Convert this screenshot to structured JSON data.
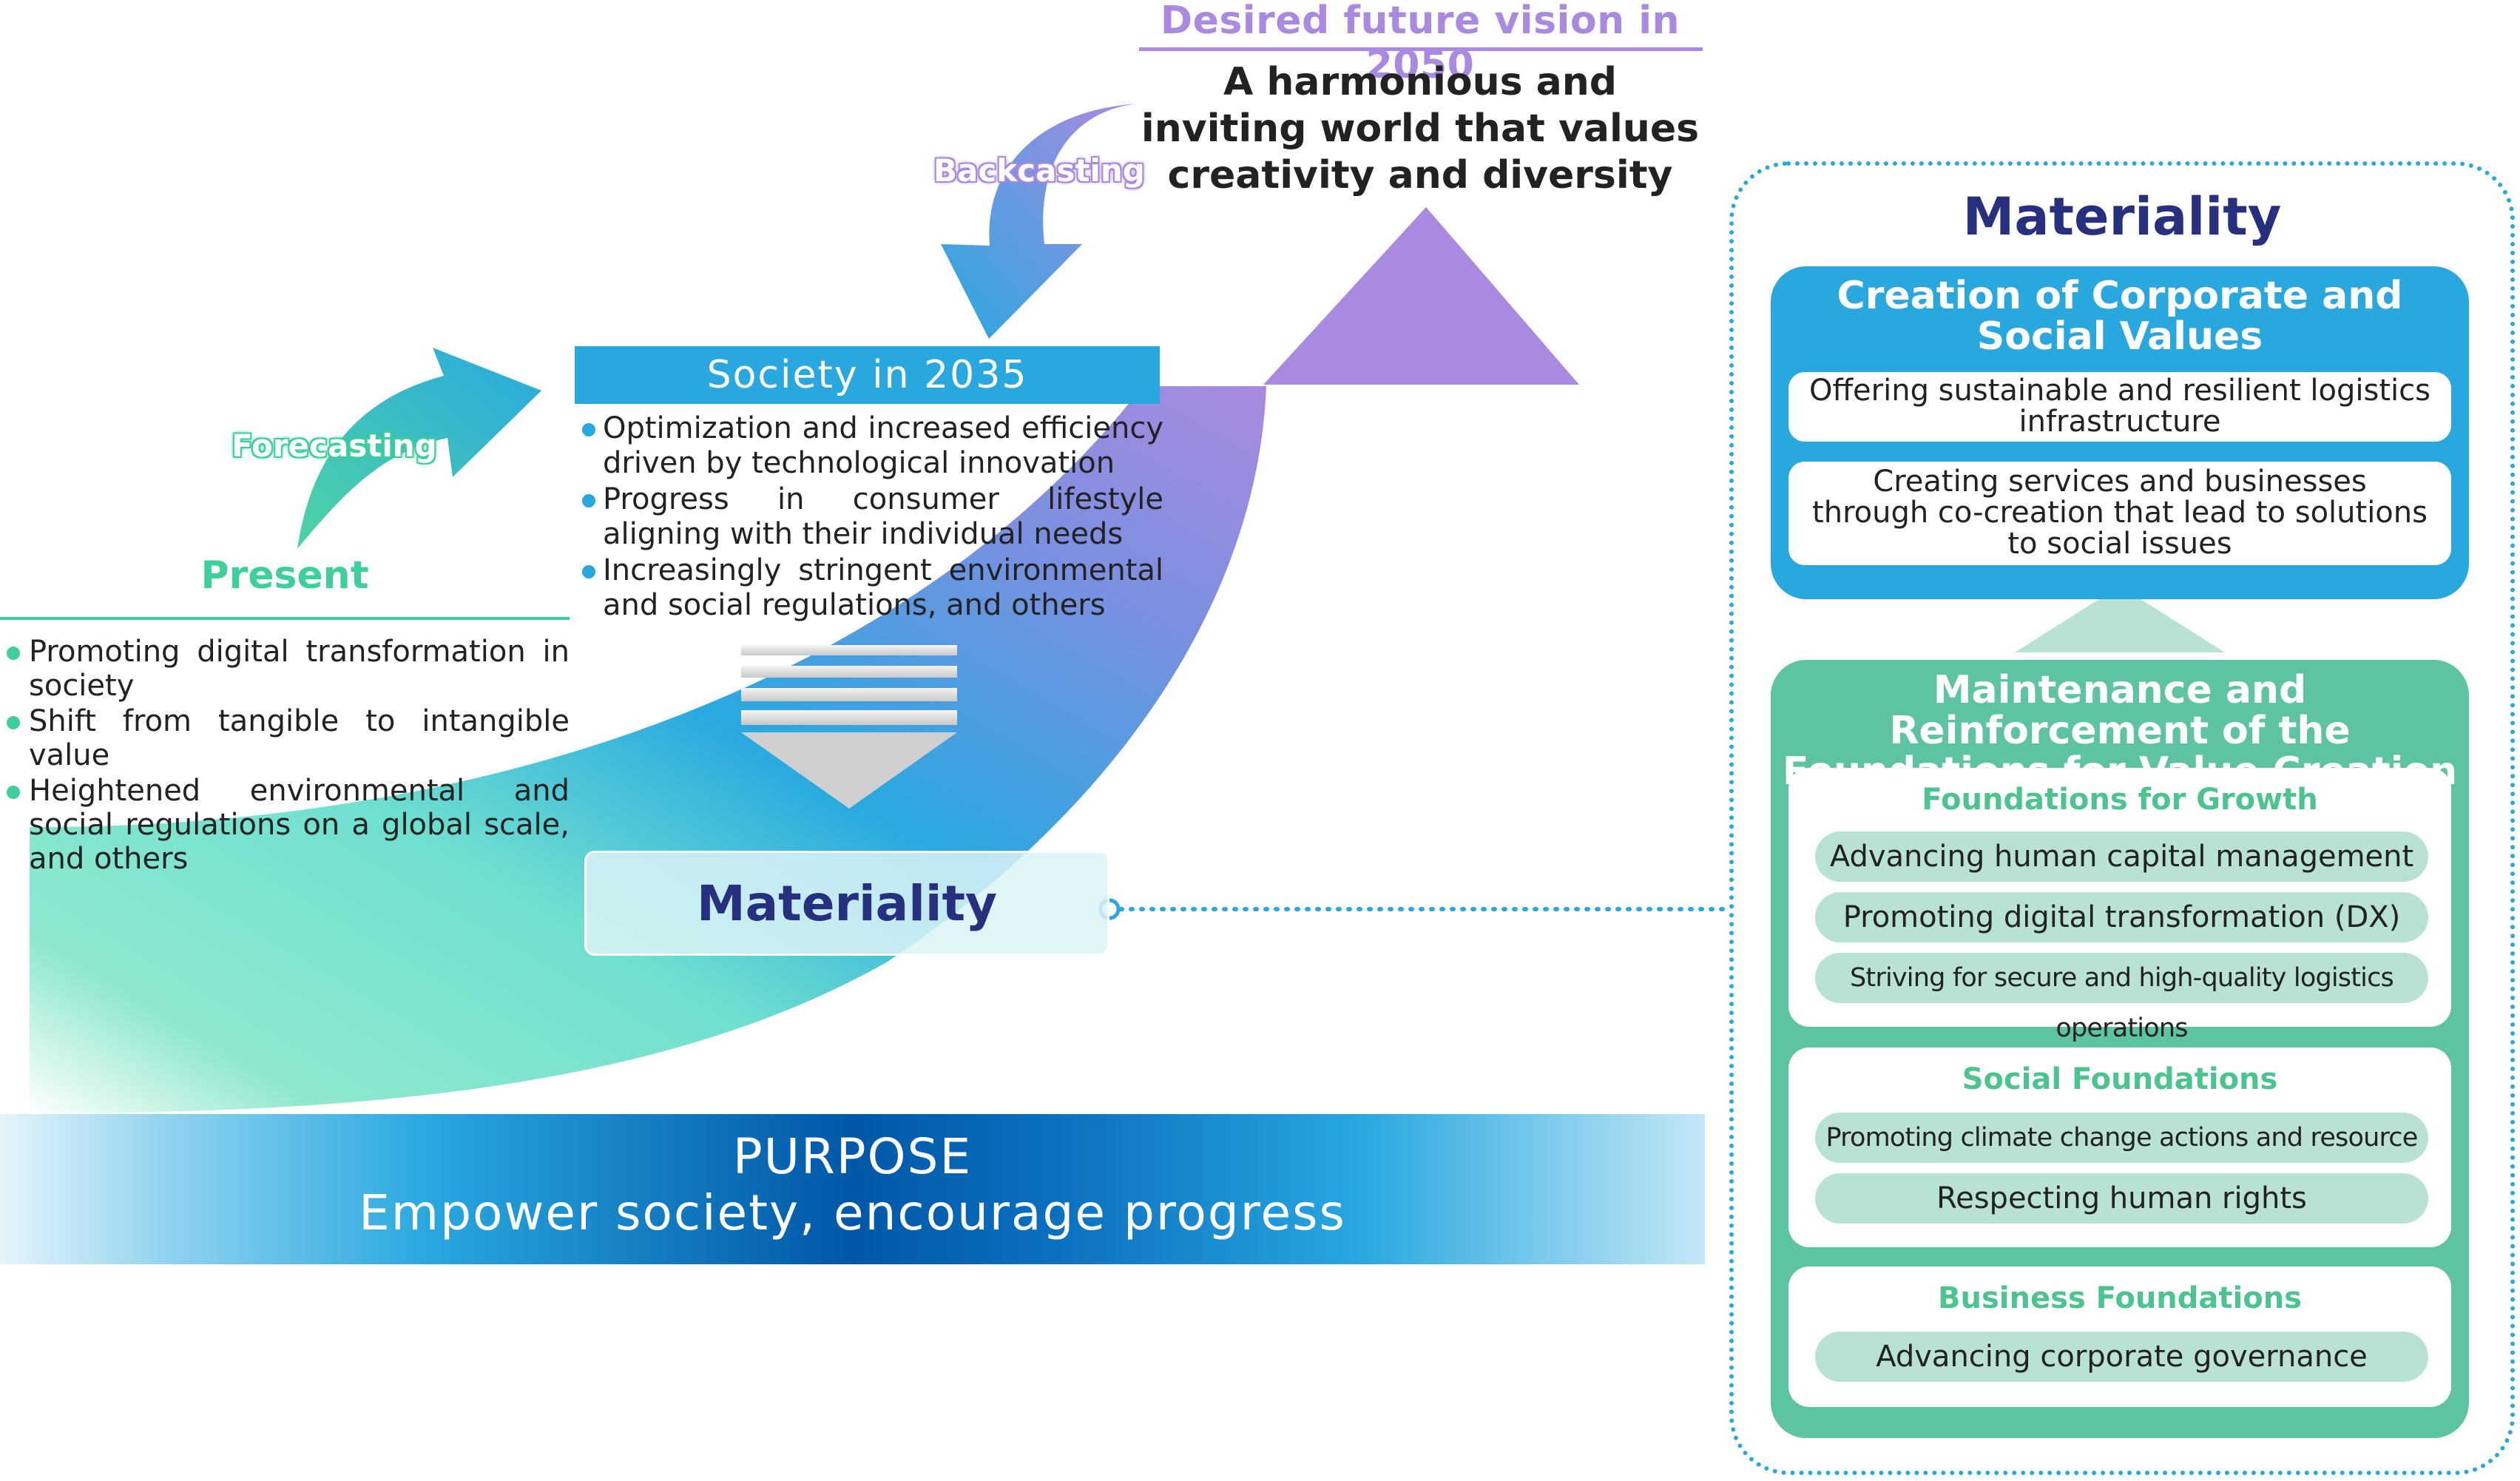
{
  "vision": {
    "title": "Desired future vision in 2050",
    "text": "A harmonious and inviting world that values creativity and diversity"
  },
  "labels": {
    "backcasting": "Backcasting",
    "forecasting": "Forecasting"
  },
  "society": {
    "title": "Society in 2035",
    "items": [
      "Optimization and increased efficiency driven by technological innovation",
      "Progress in consumer lifestyle aligning with their individual needs",
      "Increasingly stringent environmental and social regulations, and others"
    ]
  },
  "present": {
    "title": "Present",
    "items": [
      "Promoting digital transformation in society",
      "Shift from tangible to intangible value",
      "Heightened environmental and social regulations on a global scale, and others"
    ]
  },
  "center_materiality": "Materiality",
  "purpose": {
    "label": "PURPOSE",
    "text": "Empower society, encourage progress"
  },
  "right": {
    "title": "Materiality",
    "creation": {
      "title": "Creation of Corporate and Social Values",
      "items": [
        "Offering sustainable and resilient logistics infrastructure",
        "Creating services and businesses through co-creation that lead to solutions to social issues"
      ]
    },
    "maintenance": {
      "title": "Maintenance and Reinforcement of the Foundations for Value Creation",
      "groups": [
        {
          "title": "Foundations for Growth",
          "items": [
            "Advancing human capital management",
            "Promoting digital transformation (DX)",
            "Striving for secure and high-quality logistics operations"
          ]
        },
        {
          "title": "Social Foundations",
          "items": [
            "Promoting climate change actions and resource circulation",
            "Respecting human rights"
          ]
        },
        {
          "title": "Business Foundations",
          "items": [
            "Advancing corporate governance"
          ]
        }
      ]
    }
  },
  "colors": {
    "green": "#3ecf9a",
    "blue": "#29a8e0",
    "purple": "#a98ae0",
    "navy": "#27307e",
    "teal": "#5dc49f"
  }
}
